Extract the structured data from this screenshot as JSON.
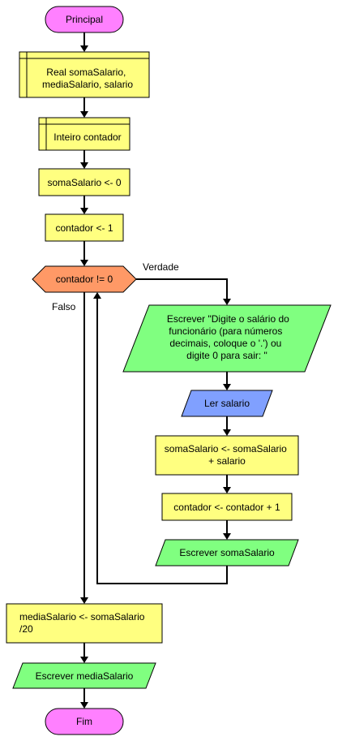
{
  "nodes": {
    "start": {
      "label": "Principal"
    },
    "decl_real": {
      "lines": [
        "Real somaSalario,",
        "mediaSalario, salario"
      ]
    },
    "decl_int": {
      "lines": [
        "Inteiro contador"
      ]
    },
    "init_soma": {
      "lines": [
        "somaSalario <- 0"
      ]
    },
    "init_cont": {
      "lines": [
        "contador <- 1"
      ]
    },
    "condition": {
      "label": "contador != 0"
    },
    "write_prompt": {
      "lines": [
        "Escrever \"Digite o salário do",
        "funcionário (para números",
        "decimais, coloque o '.') ou",
        "digite 0 para sair: \""
      ]
    },
    "read_salario": {
      "label": "Ler salario"
    },
    "accumulate": {
      "lines": [
        "somaSalario <- somaSalario",
        "+ salario"
      ]
    },
    "increment": {
      "lines": [
        "contador <- contador + 1"
      ]
    },
    "write_soma": {
      "label": "Escrever somaSalario"
    },
    "average": {
      "lines": [
        "mediaSalario <- somaSalario",
        "/20"
      ]
    },
    "write_media": {
      "label": "Escrever mediaSalario"
    },
    "end": {
      "label": "Fim"
    }
  },
  "edge_labels": {
    "true_branch": "Verdade",
    "false_branch": "Falso"
  },
  "colors": {
    "terminal": "#ff80ff",
    "process": "#ffff80",
    "decision": "#ff9966",
    "output": "#80ff80",
    "input": "#80a0ff"
  }
}
